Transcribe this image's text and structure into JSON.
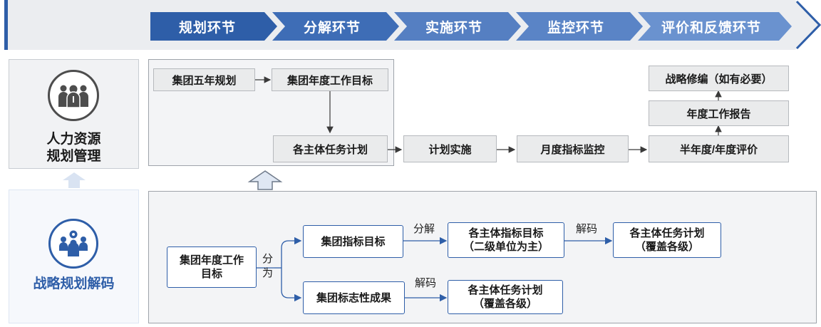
{
  "stages": [
    "规划环节",
    "分解环节",
    "实施环节",
    "监控环节",
    "评价和反馈环节"
  ],
  "left": {
    "hr_title_line1": "人力资源",
    "hr_title_line2": "规划管理",
    "strategy_title": "战略规划解码",
    "hr_icon": "people-group-icon",
    "strategy_icon": "team-gear-icon"
  },
  "upper": {
    "five_year_plan": "集团五年规划",
    "annual_goal": "集团年度工作目标",
    "entity_task_plan": "各主体任务计划",
    "plan_execution": "计划实施",
    "monthly_monitor": "月度指标监控",
    "half_year_eval": "半年度/年度评价",
    "annual_report": "年度工作报告",
    "strategy_revision": "战略修编（如有必要）"
  },
  "lower": {
    "annual_goal_line1": "集团年度工作",
    "annual_goal_line2": "目标",
    "split_line1": "分",
    "split_line2": "为",
    "index_goal": "集团指标目标",
    "milestone": "集团标志性成果",
    "decompose_label": "分解",
    "decode_label_top": "解码",
    "decode_label_bottom": "解码",
    "entity_index_line1": "各主体指标目标",
    "entity_index_line2": "（二级单位为主）",
    "entity_task_top_line1": "各主体任务计划",
    "entity_task_top_line2": "（覆盖各级）",
    "entity_task_bottom_line1": "各主体任务计划",
    "entity_task_bottom_line2": "（覆盖各级）"
  },
  "colors": {
    "stage_dark": "#2e5ea8",
    "stage_mid": "#4a78bf",
    "stage_light": "#6a92cf",
    "accent_blue": "#2e5ea8",
    "icon_gray": "#4d4d4d"
  }
}
